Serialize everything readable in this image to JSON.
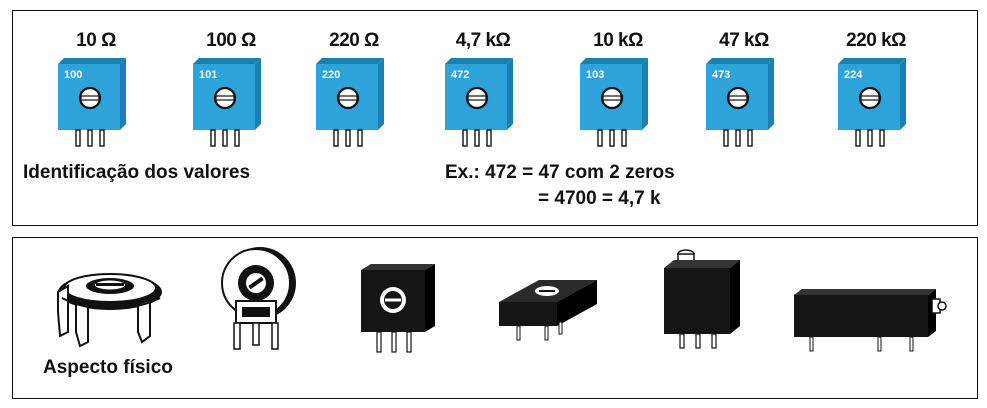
{
  "top": {
    "resistors": [
      {
        "value": "10 Ω",
        "code": "100"
      },
      {
        "value": "100 Ω",
        "code": "101"
      },
      {
        "value": "220 Ω",
        "code": "220"
      },
      {
        "value": "4,7 kΩ",
        "code": "472"
      },
      {
        "value": "10 kΩ",
        "code": "103"
      },
      {
        "value": "47 kΩ",
        "code": "473"
      },
      {
        "value": "220 kΩ",
        "code": "224"
      }
    ],
    "caption": "Identificação dos valores",
    "example_line1": "Ex.: 472  =  47 com 2 zeros",
    "example_line2": "= 4700  = 4,7 k"
  },
  "bottom": {
    "caption": "Aspecto físico"
  },
  "colors": {
    "component_blue": "#2ea3da",
    "component_blue_side": "#1b7fb3",
    "component_black": "#151515",
    "border": "#111111"
  },
  "icons": [
    "trimpot-icon",
    "screw-slot-icon"
  ]
}
